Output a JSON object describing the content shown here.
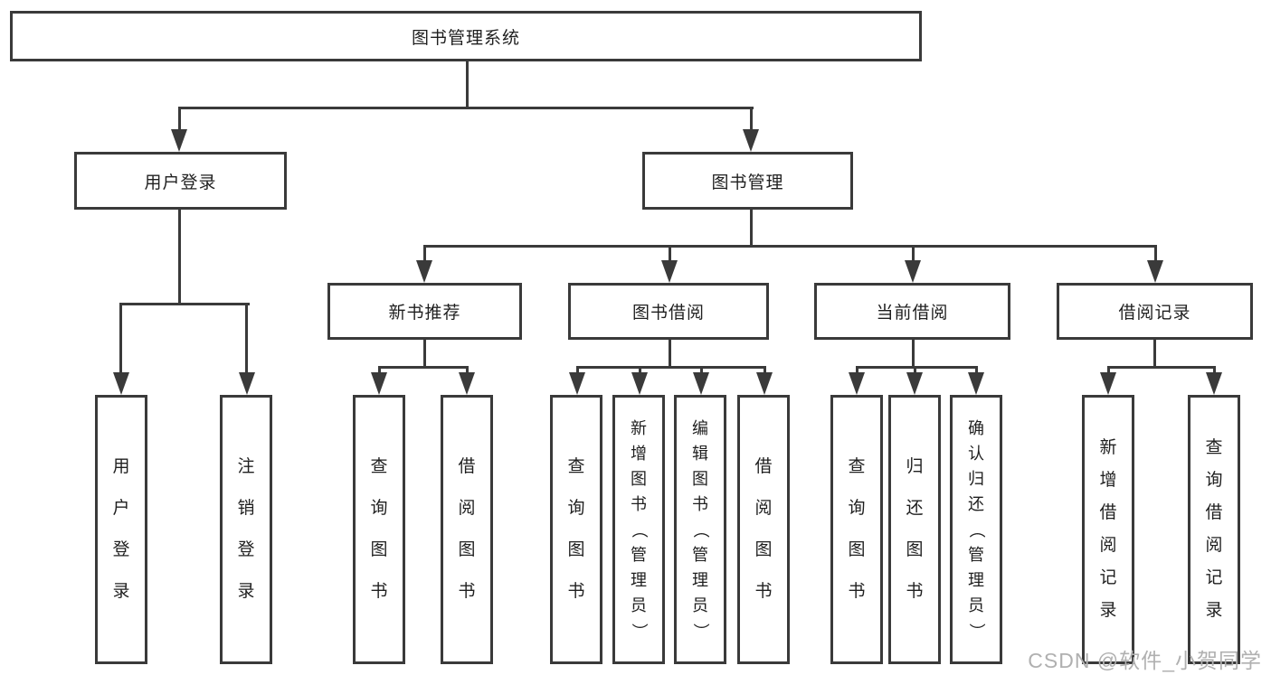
{
  "diagram": {
    "root": "图书管理系统",
    "level2": {
      "user_login": "用户登录",
      "book_mgmt": "图书管理"
    },
    "level3": {
      "new_book": "新书推荐",
      "book_borrow": "图书借阅",
      "current_borrow": "当前借阅",
      "borrow_record": "借阅记录"
    },
    "leaves": {
      "user_login_leaf": "用户登录",
      "user_logout": "注销登录",
      "nb_query": "查询图书",
      "nb_borrow": "借阅图书",
      "bb_query": "查询图书",
      "bb_add": "新增图书（管理员）",
      "bb_edit": "编辑图书（管理员）",
      "bb_borrow": "借阅图书",
      "cb_query": "查询图书",
      "cb_return": "归还图书",
      "cb_confirm": "确认归还（管理员）",
      "br_add": "新增借阅记录",
      "br_query": "查询借阅记录"
    }
  },
  "watermark": "CSDN @软件_小贺同学",
  "colors": {
    "line": "#3a3a3a",
    "text": "#1f1f1f",
    "watermark": "#b0b0b0",
    "background": "#ffffff"
  }
}
